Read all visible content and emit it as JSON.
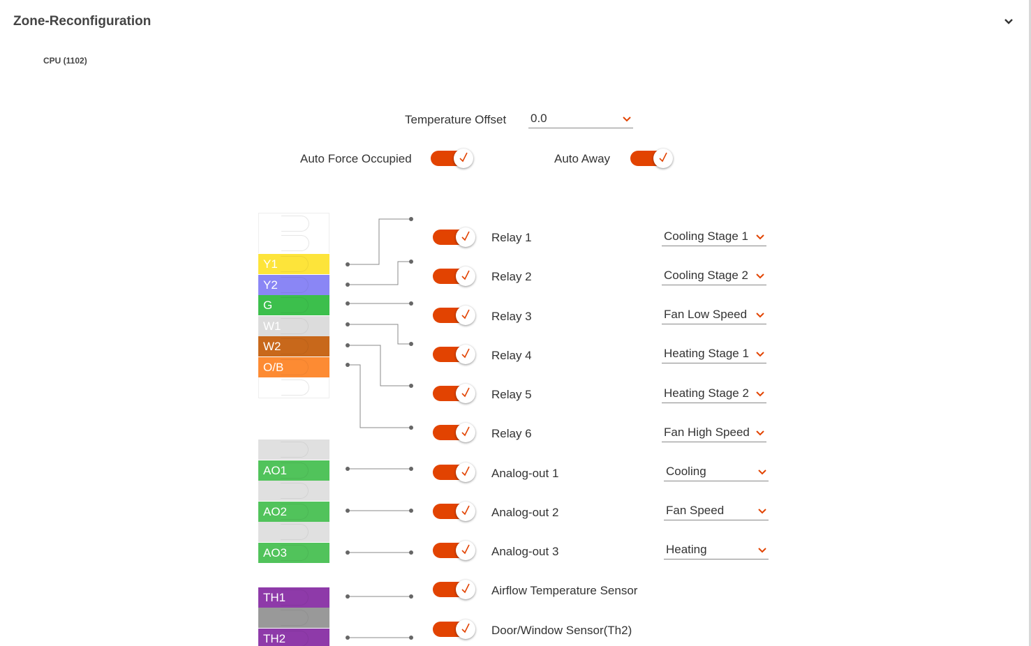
{
  "header": {
    "title": "Zone-Reconfiguration",
    "collapse_icon": "chevron-down-icon"
  },
  "device": {
    "label": "CPU (1102)"
  },
  "settings": {
    "temperature_offset_label": "Temperature Offset",
    "temperature_offset_value": "0.0",
    "auto_force_occupied_label": "Auto Force Occupied",
    "auto_force_occupied_on": true,
    "auto_away_label": "Auto Away",
    "auto_away_on": true
  },
  "terminals": {
    "relays": [
      "",
      "",
      "Y1",
      "Y2",
      "G",
      "W1",
      "W2",
      "O/B",
      ""
    ],
    "analog": [
      "",
      "AO1",
      "",
      "AO2",
      "",
      "AO3"
    ],
    "thermistor": [
      "TH1",
      "",
      "TH2"
    ]
  },
  "outputs": [
    {
      "label": "Relay 1",
      "enabled": true,
      "mapping": "Cooling Stage 1"
    },
    {
      "label": "Relay 2",
      "enabled": true,
      "mapping": "Cooling Stage 2"
    },
    {
      "label": "Relay 3",
      "enabled": true,
      "mapping": "Fan Low Speed"
    },
    {
      "label": "Relay 4",
      "enabled": true,
      "mapping": "Heating Stage 1"
    },
    {
      "label": "Relay 5",
      "enabled": true,
      "mapping": "Heating Stage 2"
    },
    {
      "label": "Relay 6",
      "enabled": true,
      "mapping": "Fan High Speed"
    },
    {
      "label": "Analog-out 1",
      "enabled": true,
      "mapping": "Cooling"
    },
    {
      "label": "Analog-out 2",
      "enabled": true,
      "mapping": "Fan Speed"
    },
    {
      "label": "Analog-out 3",
      "enabled": true,
      "mapping": "Heating"
    },
    {
      "label": "Airflow Temperature Sensor",
      "enabled": true,
      "mapping": ""
    },
    {
      "label": "Door/Window Sensor(Th2)",
      "enabled": true,
      "mapping": ""
    }
  ],
  "colors": {
    "accent": "#e24301",
    "Y1": "#fde43a",
    "Y2": "#8a86f5",
    "G": "#3cbf4c",
    "W1": "#dcdcdc",
    "W2": "#c8681b",
    "O/B": "#fd8b33",
    "AO": "#51c35b",
    "TH": "#8e3aa9",
    "TH_mid": "#999999",
    "empty_gray": "#e0e0e0"
  }
}
